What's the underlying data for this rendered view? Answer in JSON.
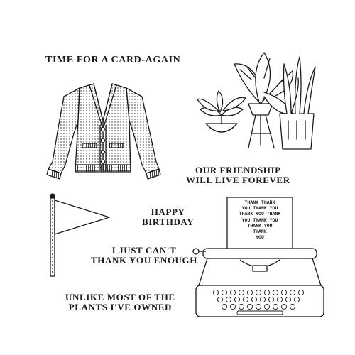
{
  "sentiments": {
    "time_for_a_card": "TIME FOR A CARD-AGAIN",
    "friendship_line1": "OUR FRIENDSHIP",
    "friendship_line2": "WILL LIVE FOREVER",
    "birthday_line1": "HAPPY",
    "birthday_line2": "BIRTHDAY",
    "thank_line1": "I JUST CAN'T",
    "thank_line2": "THANK YOU ENOUGH",
    "plants_line1": "UNLIKE MOST OF THE",
    "plants_line2": "PLANTS I'VE OWNED"
  },
  "typewriter_paper": {
    "lines": [
      "THANK  THANK",
      "YOU THANK YOU",
      "THANK YOU THANK",
      "YOU THANK YOU",
      "THANK YOU",
      "THANK",
      "YOU"
    ]
  },
  "illustrations": [
    "cardigan-icon",
    "houseplants-icon",
    "pennant-flag-icon",
    "typewriter-icon"
  ]
}
